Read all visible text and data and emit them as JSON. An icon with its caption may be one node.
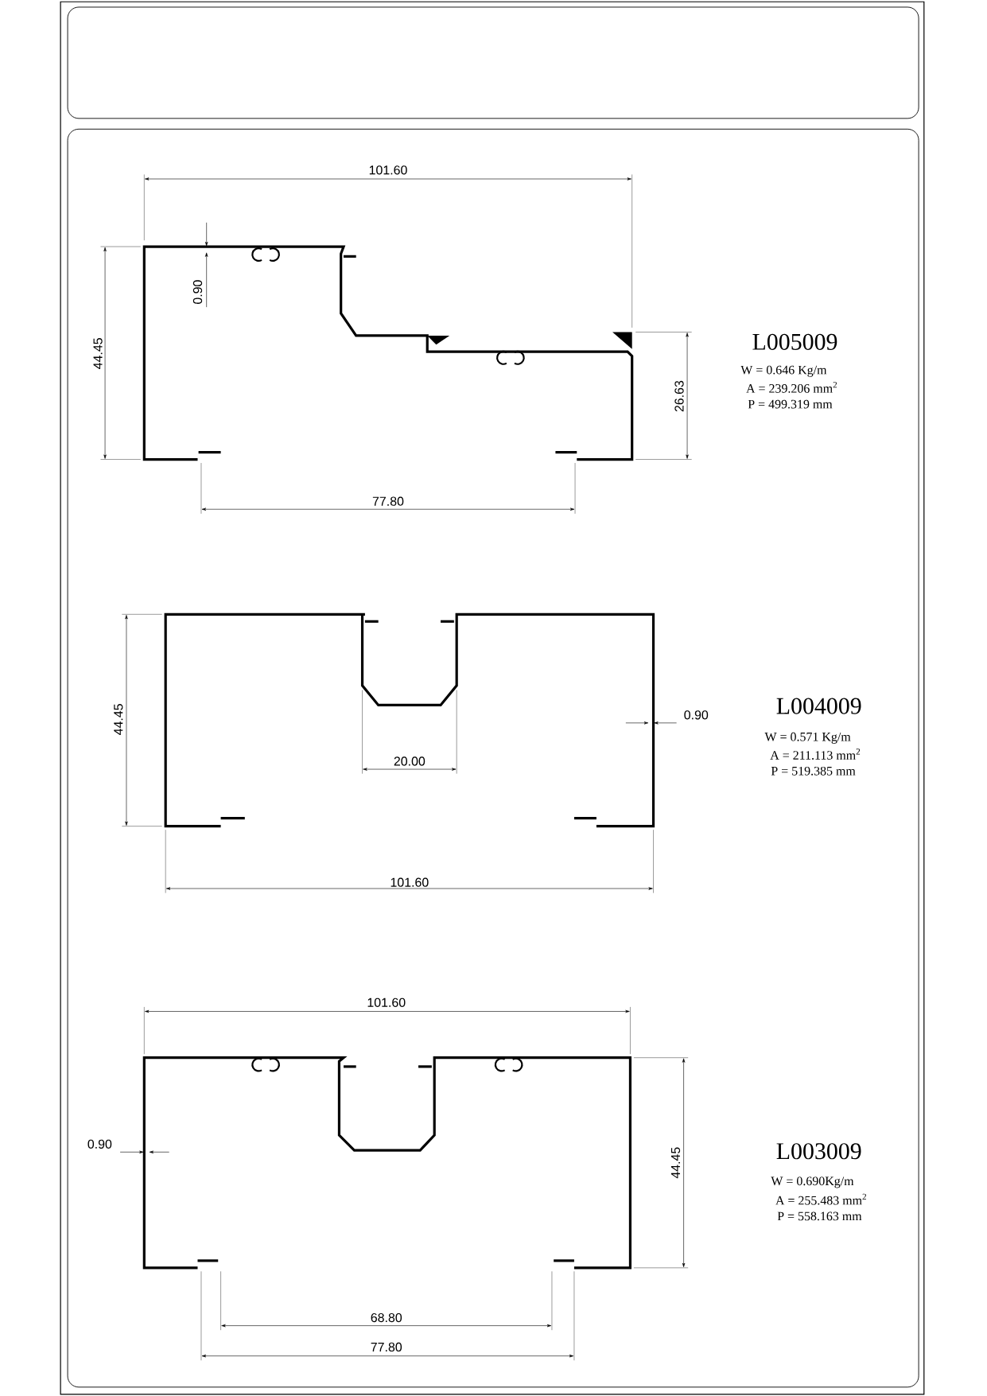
{
  "diagram": {
    "labels": [
      "101.60",
      "0.90",
      "44.45",
      "L005009",
      "W = 0.646 Kg/m",
      "A = 239.206 mm$^{2}$",
      "P = 499.319 mm",
      "26.63",
      "77.80",
      "44.45",
      "L004009",
      "0.90",
      "W = 0.571 Kg/m",
      "A = 211.113 mm$^{2}$",
      "P = 519.385 mm",
      "20.00",
      "101.60",
      "101.60",
      "0.90",
      "L003009",
      "44.45",
      "W = 0.690Kg/m",
      "A = 255.483 mm$^{2}$",
      "P = 558.163 mm",
      "68.80",
      "77.80"
    ]
  }
}
